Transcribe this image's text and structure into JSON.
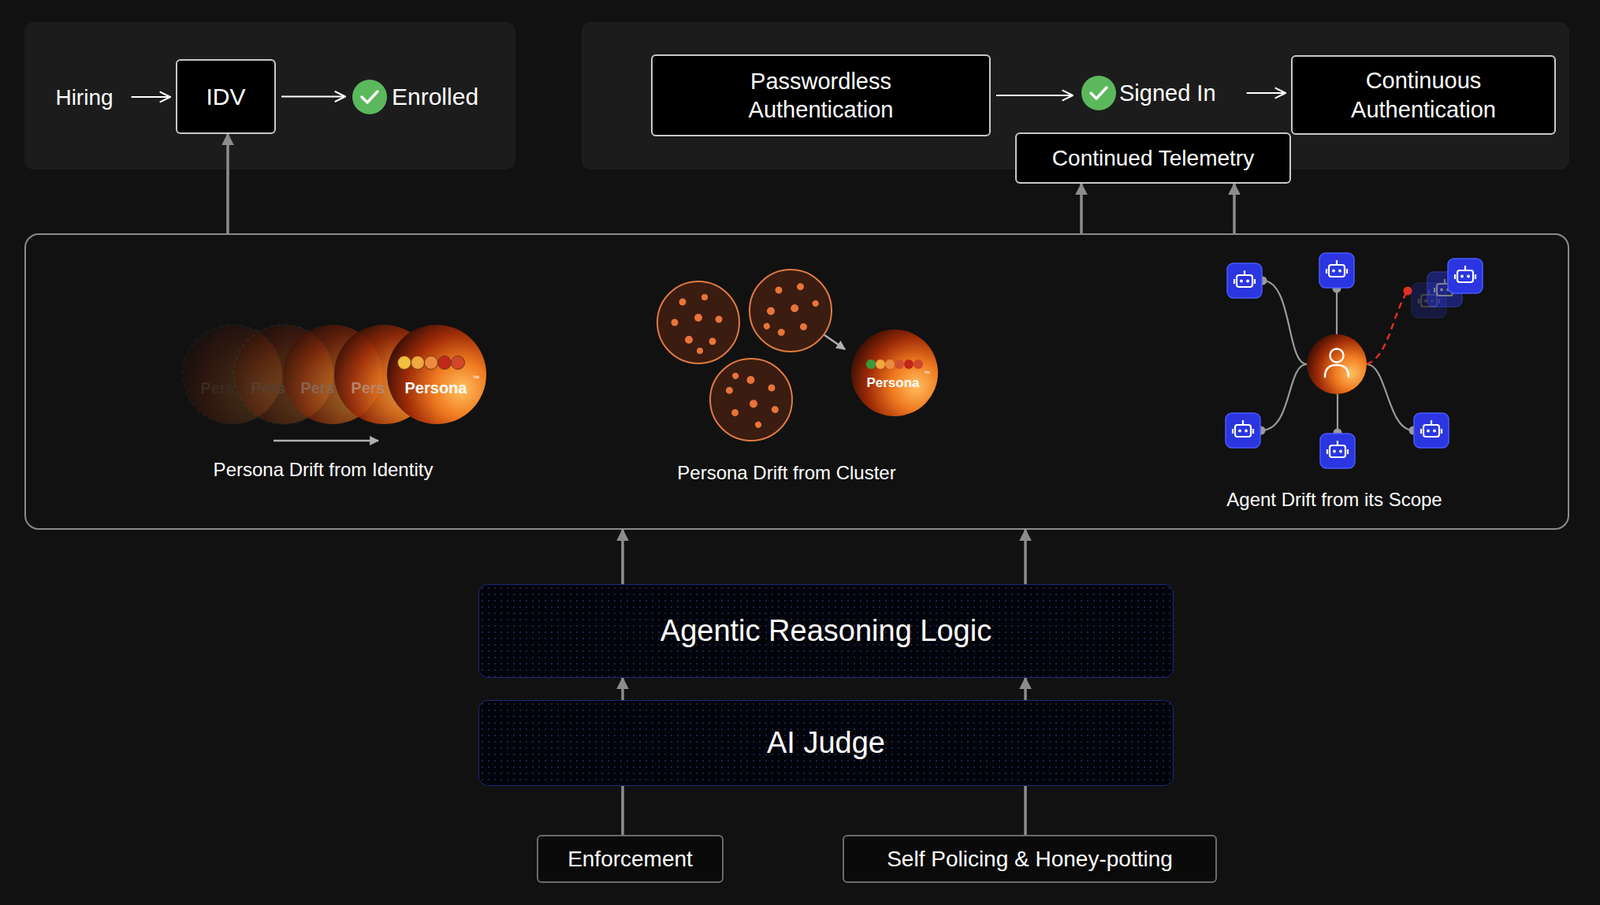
{
  "diagram": {
    "nodes": [
      {
        "text": [
          "Hiring"
        ]
      },
      {
        "text": [
          "IDV"
        ]
      },
      {
        "text": [
          "Enrolled"
        ]
      },
      {
        "text": [
          "Passwordless Authentication"
        ]
      },
      {
        "text": [
          "Signed In"
        ]
      },
      {
        "text": [
          "Continuous Authentication"
        ]
      },
      {
        "text": [
          "Continued Telemetry"
        ]
      },
      {
        "text": [
          "Persona Drift from Identity",
          "Persona Drift from Cluster",
          "Agent Drift from its Scope"
        ]
      },
      {
        "text": [
          "Agentic Reasoning Logic"
        ]
      },
      {
        "text": [
          "AI Judge"
        ]
      },
      {
        "text": [
          "Enforcement"
        ]
      },
      {
        "text": [
          "Self Policing & Honey-potting"
        ]
      }
    ],
    "edges": [
      {
        "from": 0,
        "to": 1,
        "arrow": "to"
      },
      {
        "from": 1,
        "to": 2,
        "arrow": "to"
      },
      {
        "from": 3,
        "to": 4,
        "arrow": "to"
      },
      {
        "from": 4,
        "to": 5,
        "arrow": "to"
      },
      {
        "from": 7,
        "to": 1,
        "arrow": "to"
      },
      {
        "from": 7,
        "to": 6,
        "arrow": "to"
      },
      {
        "from": 7,
        "to": 6,
        "arrow": "to"
      },
      {
        "from": 8,
        "to": 7,
        "arrow": "to"
      },
      {
        "from": 8,
        "to": 7,
        "arrow": "to"
      },
      {
        "from": 9,
        "to": 8,
        "arrow": "to"
      },
      {
        "from": 9,
        "to": 8,
        "arrow": "to"
      },
      {
        "from": 10,
        "to": 9,
        "arrow": "none"
      },
      {
        "from": 11,
        "to": 9,
        "arrow": "none"
      }
    ],
    "labels": [
      "Pers",
      "Pers",
      "Pers",
      "Pers",
      "Persona",
      "™",
      "Persona",
      "™"
    ]
  }
}
